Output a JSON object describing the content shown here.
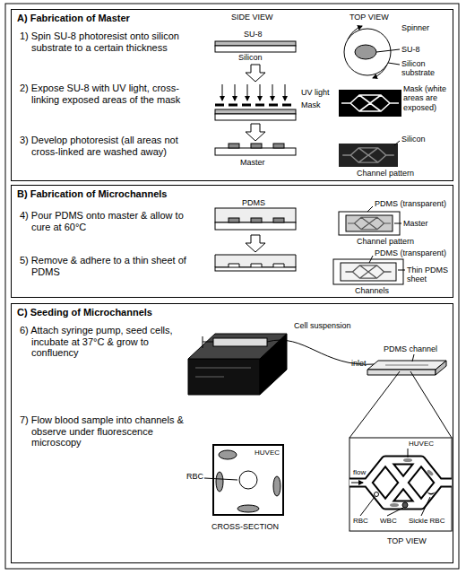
{
  "diagram": {
    "nodes": [
      {
        "text": [
          "A) Fabrication of Master"
        ]
      },
      {
        "text": [
          "B) Fabrication of Microchannels"
        ]
      },
      {
        "text": [
          "C) Seeding of Microchannels"
        ]
      }
    ],
    "labels": [
      "SIDE VIEW",
      "TOP VIEW",
      "1) Spin SU-8 photoresist onto silicon substrate to a certain thickness",
      "SU-8",
      "Silicon",
      "Spinner",
      "SU-8",
      "Silicon substrate",
      "2) Expose SU-8 with UV light, cross-linking exposed areas of the mask",
      "UV light",
      "Mask",
      "Mask (white areas are exposed)",
      "3) Develop photoresist (all areas not cross-linked are washed away)",
      "Master",
      "Silicon",
      "Channel pattern",
      "4) Pour PDMS onto master & allow to cure at 60°C",
      "PDMS",
      "PDMS (transparent)",
      "Master",
      "Channel pattern",
      "5) Remove & adhere to a thin sheet of PDMS",
      "PDMS (transparent)",
      "Thin PDMS sheet",
      "Channels",
      "6) Attach syringe pump, seed cells, incubate at 37°C & grow to confluency",
      "Cell suspension",
      "inlet",
      "PDMS channel",
      "7) Flow blood sample into channels & observe under fluorescence microscopy",
      "HUVEC",
      "RBC",
      "CROSS-SECTION",
      "HUVEC",
      "flow",
      "RBC",
      "WBC",
      "Sickle RBC",
      "TOP VIEW"
    ]
  }
}
